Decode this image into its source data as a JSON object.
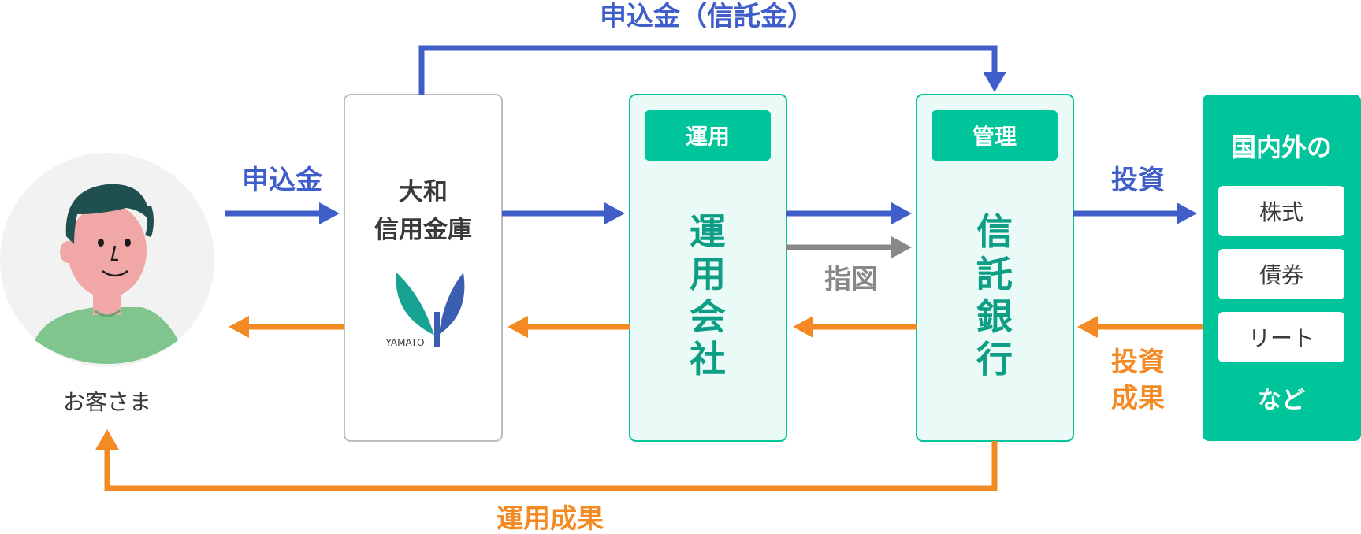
{
  "colors": {
    "blue": "#3f5ec9",
    "orange": "#f48a23",
    "gray": "#888888",
    "teal": "#00c49a",
    "teal_text": "#0e9e86",
    "teal_fill": "#eafaf6",
    "dark_text": "#3a3a3a",
    "circle_bg": "#f2f2f2"
  },
  "customer": {
    "label": "お客さま",
    "icon": "person-avatar-icon"
  },
  "bank": {
    "line1": "大和",
    "line2": "信用金庫",
    "logo_text": "YAMATO",
    "logo": "yamato-leaf-logo"
  },
  "asset_mgmt": {
    "tag": "運用",
    "name": "運用会社"
  },
  "trust_bank": {
    "tag": "管理",
    "name": "信託銀行"
  },
  "assets": {
    "title": "国内外の",
    "items": [
      "株式",
      "債券",
      "リート"
    ],
    "footer": "など"
  },
  "flows": {
    "application": "申込金",
    "application_trust": "申込金（信託金）",
    "instruction": "指図",
    "investment": "投資",
    "investment_result": "投資成果",
    "operation_result": "運用成果"
  }
}
